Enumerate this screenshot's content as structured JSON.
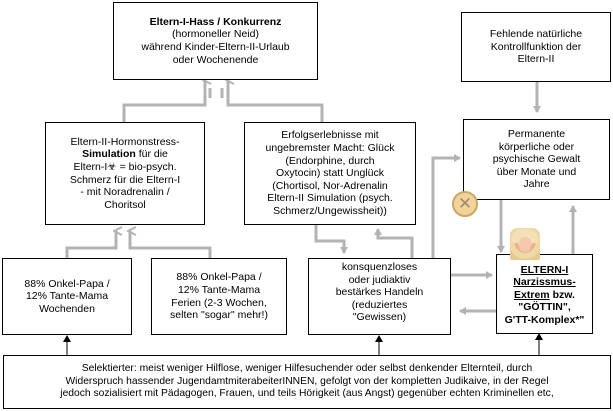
{
  "nodes": {
    "hass": {
      "line1": "Eltern-I-Hass / Konkurrenz",
      "line2": "(hormoneller Neid)",
      "line3": "während Kinder-Eltern-II-Urlaub",
      "line4": "oder  Wochenende"
    },
    "kontrollfunktion": {
      "line1": "Fehlende natürliche",
      "line2": "Kontrollfunktion der",
      "line3": "Eltern-II"
    },
    "simulation": {
      "line1": "Eltern-II-Hormonstress-",
      "line2_bold": "Simulation",
      "line2_rest": " für die",
      "line3": "Eltern-I☣ = bio-psych.",
      "line4": "Schmerz für die Eltern-I",
      "line5": "- mit Noradrenalin /",
      "line6": "Choritsol"
    },
    "erfolg": {
      "line1": "Erfolgserlebnisse mit",
      "line2": "ungebremster Macht: Glück",
      "line3": "(Endorphine, durch",
      "line4": "Oxytocin) statt Unglück",
      "line5": "(Chortisol, Nor-Adrenalin",
      "line6": "Eltern-II Simulation (psych.",
      "line7": "Schmerz/Ungewissheit))"
    },
    "gewalt": {
      "line1": "Permanente",
      "line2": "körperliche oder",
      "line3": "psychische Gewalt",
      "line4": "über Monate und",
      "line5": "Jahre"
    },
    "onkel_we": {
      "line1": "88% Onkel-Papa /",
      "line2": "12% Tante-Mama",
      "line3": "Wochenden"
    },
    "onkel_ferien": {
      "line1": "88% Onkel-Papa /",
      "line2": "12% Tante-Mama",
      "line3": "Ferien (2-3 Wochen,",
      "line4": "selten \"sogar\" mehr!)"
    },
    "handeln": {
      "line1": "konsquenzloses",
      "line2": "oder judiaktiv",
      "line3": "bestärkes Handeln",
      "line4": "(reduziertes",
      "line5": "\"Gewissen)"
    },
    "narzissmus": {
      "line1": "ELTERN-I",
      "line2": "Narzissmus-",
      "line3_bold": "Extrem",
      "line3_rest": " bzw.",
      "line4": "\"GÖTTIN\",",
      "line5": "G'TT-Komplex*\""
    },
    "selektierter": {
      "line1": "Selektierter: meist weniger Hilflose, weniger Hilfesuchender oder selbst denkender Elternteil, durch",
      "line2": "Widerspruch hassender JugendamtmiterabeiterINNEN, gefolgt von der kompletten Judikaive, in der Regel",
      "line3": "jedoch sozialisiert mit Pädagogen, Frauen, und teils Hörigkeit (aus Angst) gegenüber echten Kriminellen etc,"
    }
  },
  "icons": {
    "avatar": "goddess-portrait-icon",
    "blocked": "blocked-x-icon"
  },
  "colors": {
    "connector_gray": "#b3b3b3",
    "connector_black": "#000000",
    "box_border": "#000000"
  }
}
